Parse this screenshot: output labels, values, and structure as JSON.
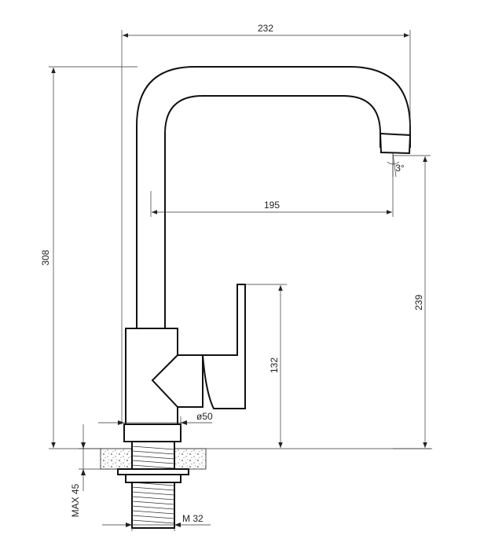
{
  "diagram": {
    "dimensions": {
      "overall_width": "232",
      "overall_height": "308",
      "reach": "195",
      "spout_height": "239",
      "lever_height": "132",
      "base_diameter": "ø50",
      "max_thickness": "MAX 45",
      "thread": "M 32",
      "spout_angle": "3°"
    }
  }
}
